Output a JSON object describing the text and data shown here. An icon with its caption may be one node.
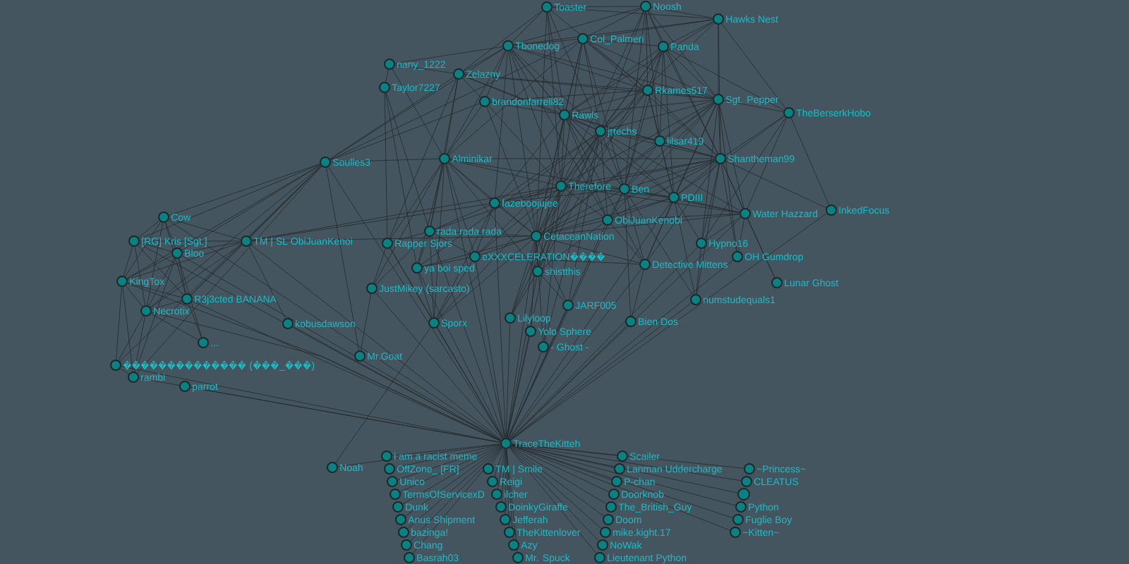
{
  "diagram": {
    "nodes": [
      {
        "text": [
          "Toaster"
        ]
      },
      {
        "text": [
          "Noosh"
        ]
      },
      {
        "text": [
          "Hawks Nest"
        ]
      },
      {
        "text": [
          "Col_Palmeri"
        ]
      },
      {
        "text": [
          "Tbonedog"
        ]
      },
      {
        "text": [
          "Panda"
        ]
      },
      {
        "text": [
          "nany_1222"
        ]
      },
      {
        "text": [
          "Zelazny"
        ]
      },
      {
        "text": [
          "Taylor7227"
        ]
      },
      {
        "text": [
          "Rkames517"
        ]
      },
      {
        "text": [
          "brandonfarrell82"
        ]
      },
      {
        "text": [
          "Rawls"
        ]
      },
      {
        "text": [
          "Sgt. Pepper"
        ]
      },
      {
        "text": [
          "TheBerserkHobo"
        ]
      },
      {
        "text": [
          "jrtechs"
        ]
      },
      {
        "text": [
          "lilsar419"
        ]
      },
      {
        "text": [
          "Soulles3"
        ]
      },
      {
        "text": [
          "Alminikar"
        ]
      },
      {
        "text": [
          "Shantheman99"
        ]
      },
      {
        "text": [
          "Therefore"
        ]
      },
      {
        "text": [
          "Ben"
        ]
      },
      {
        "text": [
          "PDIII"
        ]
      },
      {
        "text": [
          "fazeboojujee"
        ]
      },
      {
        "text": [
          "Water Hazzard"
        ]
      },
      {
        "text": [
          "InkedFocus"
        ]
      },
      {
        "text": [
          "Cow"
        ]
      },
      {
        "text": [
          "ObiJuanKenobi"
        ]
      },
      {
        "text": [
          "rada rada rada"
        ]
      },
      {
        "text": [
          "CetaceanNation"
        ]
      },
      {
        "text": [
          "[RG] Kris [Sgt.]"
        ]
      },
      {
        "text": [
          "TM | SL ObiJuanKenoi"
        ]
      },
      {
        "text": [
          "Rapper Sjors"
        ]
      },
      {
        "text": [
          "Hypno16"
        ]
      },
      {
        "text": [
          "Bloo"
        ]
      },
      {
        "text": [
          "OH Gumdrop"
        ]
      },
      {
        "text": [
          "eXXXCELERATION"
        ]
      },
      {
        "text": [
          "ya boi sped"
        ]
      },
      {
        "text": [
          "shistthis"
        ]
      },
      {
        "text": [
          "Detective Mittens"
        ]
      },
      {
        "text": [
          "KingTox"
        ]
      },
      {
        "text": [
          "Lunar Ghost"
        ]
      },
      {
        "text": [
          "JustMikey (sarcasto)"
        ]
      },
      {
        "text": [
          "R3j3cted BANANA"
        ]
      },
      {
        "text": [
          "numstudequals1"
        ]
      },
      {
        "text": [
          "JARF005"
        ]
      },
      {
        "text": [
          "Necrotix"
        ]
      },
      {
        "text": [
          "Lilyloop"
        ]
      },
      {
        "text": [
          "Yolo Sphere"
        ]
      },
      {
        "text": [
          "- Ghost -"
        ]
      },
      {
        "text": [
          "Sporx"
        ]
      },
      {
        "text": [
          "Bien Dos"
        ]
      },
      {
        "text": [
          "kobusdawson"
        ]
      },
      {
        "text": [
          "..."
        ]
      },
      {
        "text": [
          "Mr.Goat"
        ]
      },
      {
        "text": [
          "(",
          "_",
          ")"
        ]
      },
      {
        "text": [
          "parrot"
        ]
      },
      {
        "text": [
          "rambi"
        ]
      },
      {
        "text": [
          "TraceTheKitteh"
        ]
      },
      {
        "text": [
          "Noah"
        ]
      },
      {
        "text": [
          "i am a racist meme"
        ]
      },
      {
        "text": [
          "OffZone_ [FR]"
        ]
      },
      {
        "text": [
          "Unico"
        ]
      },
      {
        "text": [
          "TermsOfServicexD"
        ]
      },
      {
        "text": [
          "Dunk"
        ]
      },
      {
        "text": [
          "Anus Shipment"
        ]
      },
      {
        "text": [
          "bazinga!"
        ]
      },
      {
        "text": [
          "Chang"
        ]
      },
      {
        "text": [
          "Basrah03"
        ]
      },
      {
        "text": [
          "TM | Smile"
        ]
      },
      {
        "text": [
          "Reigi"
        ]
      },
      {
        "text": [
          "ilcher"
        ]
      },
      {
        "text": [
          "DoinkyGiraffe"
        ]
      },
      {
        "text": [
          "Jefferah"
        ]
      },
      {
        "text": [
          "TheKittenlover"
        ]
      },
      {
        "text": [
          "Azy"
        ]
      },
      {
        "text": [
          "Mr. Spuck"
        ]
      },
      {
        "text": [
          "Scailer"
        ]
      },
      {
        "text": [
          "Lanman Uddercharge"
        ]
      },
      {
        "text": [
          "P-chan"
        ]
      },
      {
        "text": [
          "Doorknob"
        ]
      },
      {
        "text": [
          "The_British_Guy"
        ]
      },
      {
        "text": [
          "Doom"
        ]
      },
      {
        "text": [
          "mike.kight.17"
        ]
      },
      {
        "text": [
          "NoWak"
        ]
      },
      {
        "text": [
          "Lieutenant Python"
        ]
      },
      {
        "text": [
          "~Princess~"
        ]
      },
      {
        "text": [
          "CLEATUS"
        ]
      },
      {
        "text": [],
        "shape": "circle"
      },
      {
        "text": [
          "Python"
        ]
      },
      {
        "text": [
          "Fuglie Boy"
        ]
      },
      {
        "text": [
          "~Kitten~"
        ]
      }
    ],
    "edges": [
      {
        "from": 0,
        "to": 1,
        "arrow": "none"
      },
      {
        "from": 0,
        "to": 2,
        "arrow": "none"
      },
      {
        "from": 0,
        "to": 4,
        "arrow": "none"
      },
      {
        "from": 0,
        "to": 7,
        "arrow": "none"
      },
      {
        "from": 0,
        "to": 9,
        "arrow": "none"
      },
      {
        "from": 0,
        "to": 11,
        "arrow": "none"
      },
      {
        "from": 0,
        "to": 14,
        "arrow": "none"
      },
      {
        "from": 0,
        "to": 19,
        "arrow": "none"
      },
      {
        "from": 0,
        "to": 28,
        "arrow": "none"
      },
      {
        "from": 1,
        "to": 2,
        "arrow": "none"
      },
      {
        "from": 1,
        "to": 3,
        "arrow": "none"
      },
      {
        "from": 1,
        "to": 4,
        "arrow": "none"
      },
      {
        "from": 1,
        "to": 5,
        "arrow": "none"
      },
      {
        "from": 1,
        "to": 9,
        "arrow": "none"
      },
      {
        "from": 1,
        "to": 12,
        "arrow": "none"
      },
      {
        "from": 1,
        "to": 14,
        "arrow": "none"
      },
      {
        "from": 1,
        "to": 15,
        "arrow": "none"
      },
      {
        "from": 1,
        "to": 18,
        "arrow": "none"
      },
      {
        "from": 1,
        "to": 19,
        "arrow": "none"
      },
      {
        "from": 1,
        "to": 20,
        "arrow": "none"
      },
      {
        "from": 2,
        "to": 3,
        "arrow": "none"
      },
      {
        "from": 2,
        "to": 4,
        "arrow": "none"
      },
      {
        "from": 2,
        "to": 5,
        "arrow": "none"
      },
      {
        "from": 2,
        "to": 11,
        "arrow": "none"
      },
      {
        "from": 2,
        "to": 12,
        "arrow": "none"
      },
      {
        "from": 2,
        "to": 13,
        "arrow": "none"
      },
      {
        "from": 2,
        "to": 14,
        "arrow": "none"
      },
      {
        "from": 2,
        "to": 18,
        "arrow": "none"
      },
      {
        "from": 3,
        "to": 4,
        "arrow": "none"
      },
      {
        "from": 3,
        "to": 5,
        "arrow": "none"
      },
      {
        "from": 3,
        "to": 9,
        "arrow": "none"
      },
      {
        "from": 3,
        "to": 11,
        "arrow": "none"
      },
      {
        "from": 3,
        "to": 12,
        "arrow": "none"
      },
      {
        "from": 3,
        "to": 14,
        "arrow": "none"
      },
      {
        "from": 3,
        "to": 17,
        "arrow": "none"
      },
      {
        "from": 3,
        "to": 18,
        "arrow": "none"
      },
      {
        "from": 3,
        "to": 19,
        "arrow": "none"
      },
      {
        "from": 3,
        "to": 20,
        "arrow": "none"
      },
      {
        "from": 3,
        "to": 28,
        "arrow": "none"
      },
      {
        "from": 4,
        "to": 6,
        "arrow": "none"
      },
      {
        "from": 4,
        "to": 7,
        "arrow": "none"
      },
      {
        "from": 4,
        "to": 9,
        "arrow": "none"
      },
      {
        "from": 4,
        "to": 10,
        "arrow": "none"
      },
      {
        "from": 4,
        "to": 11,
        "arrow": "none"
      },
      {
        "from": 4,
        "to": 12,
        "arrow": "none"
      },
      {
        "from": 4,
        "to": 14,
        "arrow": "none"
      },
      {
        "from": 4,
        "to": 17,
        "arrow": "none"
      },
      {
        "from": 4,
        "to": 19,
        "arrow": "none"
      },
      {
        "from": 4,
        "to": 20,
        "arrow": "none"
      },
      {
        "from": 4,
        "to": 22,
        "arrow": "none"
      },
      {
        "from": 4,
        "to": 26,
        "arrow": "none"
      },
      {
        "from": 4,
        "to": 28,
        "arrow": "none"
      },
      {
        "from": 5,
        "to": 9,
        "arrow": "none"
      },
      {
        "from": 5,
        "to": 11,
        "arrow": "none"
      },
      {
        "from": 5,
        "to": 12,
        "arrow": "none"
      },
      {
        "from": 5,
        "to": 13,
        "arrow": "none"
      },
      {
        "from": 5,
        "to": 14,
        "arrow": "none"
      },
      {
        "from": 5,
        "to": 15,
        "arrow": "none"
      },
      {
        "from": 5,
        "to": 18,
        "arrow": "none"
      },
      {
        "from": 5,
        "to": 19,
        "arrow": "none"
      },
      {
        "from": 5,
        "to": 20,
        "arrow": "none"
      },
      {
        "from": 5,
        "to": 21,
        "arrow": "none"
      },
      {
        "from": 5,
        "to": 37,
        "arrow": "none"
      },
      {
        "from": 6,
        "to": 7,
        "arrow": "none"
      },
      {
        "from": 6,
        "to": 8,
        "arrow": "none"
      },
      {
        "from": 6,
        "to": 17,
        "arrow": "none"
      },
      {
        "from": 7,
        "to": 9,
        "arrow": "none"
      },
      {
        "from": 7,
        "to": 10,
        "arrow": "none"
      },
      {
        "from": 7,
        "to": 11,
        "arrow": "none"
      },
      {
        "from": 7,
        "to": 12,
        "arrow": "none"
      },
      {
        "from": 7,
        "to": 14,
        "arrow": "none"
      },
      {
        "from": 7,
        "to": 16,
        "arrow": "none"
      },
      {
        "from": 7,
        "to": 17,
        "arrow": "none"
      },
      {
        "from": 7,
        "to": 27,
        "arrow": "none"
      },
      {
        "from": 7,
        "to": 31,
        "arrow": "none"
      },
      {
        "from": 8,
        "to": 27,
        "arrow": "none"
      },
      {
        "from": 8,
        "to": 31,
        "arrow": "none"
      },
      {
        "from": 8,
        "to": 36,
        "arrow": "none"
      },
      {
        "from": 9,
        "to": 10,
        "arrow": "none"
      },
      {
        "from": 9,
        "to": 11,
        "arrow": "none"
      },
      {
        "from": 9,
        "to": 12,
        "arrow": "none"
      },
      {
        "from": 9,
        "to": 14,
        "arrow": "none"
      },
      {
        "from": 9,
        "to": 15,
        "arrow": "none"
      },
      {
        "from": 9,
        "to": 18,
        "arrow": "none"
      },
      {
        "from": 9,
        "to": 19,
        "arrow": "none"
      },
      {
        "from": 9,
        "to": 20,
        "arrow": "none"
      },
      {
        "from": 9,
        "to": 21,
        "arrow": "none"
      },
      {
        "from": 9,
        "to": 28,
        "arrow": "none"
      },
      {
        "from": 10,
        "to": 11,
        "arrow": "none"
      },
      {
        "from": 10,
        "to": 16,
        "arrow": "none"
      },
      {
        "from": 10,
        "to": 17,
        "arrow": "none"
      },
      {
        "from": 10,
        "to": 19,
        "arrow": "none"
      },
      {
        "from": 10,
        "to": 28,
        "arrow": "none"
      },
      {
        "from": 11,
        "to": 12,
        "arrow": "none"
      },
      {
        "from": 11,
        "to": 14,
        "arrow": "none"
      },
      {
        "from": 11,
        "to": 15,
        "arrow": "none"
      },
      {
        "from": 11,
        "to": 18,
        "arrow": "none"
      },
      {
        "from": 11,
        "to": 19,
        "arrow": "none"
      },
      {
        "from": 11,
        "to": 20,
        "arrow": "none"
      },
      {
        "from": 11,
        "to": 21,
        "arrow": "none"
      },
      {
        "from": 11,
        "to": 22,
        "arrow": "none"
      },
      {
        "from": 11,
        "to": 26,
        "arrow": "none"
      },
      {
        "from": 11,
        "to": 28,
        "arrow": "none"
      },
      {
        "from": 11,
        "to": 37,
        "arrow": "none"
      },
      {
        "from": 11,
        "to": 38,
        "arrow": "none"
      },
      {
        "from": 12,
        "to": 13,
        "arrow": "none"
      },
      {
        "from": 12,
        "to": 14,
        "arrow": "none"
      },
      {
        "from": 12,
        "to": 15,
        "arrow": "none"
      },
      {
        "from": 12,
        "to": 18,
        "arrow": "none"
      },
      {
        "from": 12,
        "to": 19,
        "arrow": "none"
      },
      {
        "from": 12,
        "to": 20,
        "arrow": "none"
      },
      {
        "from": 12,
        "to": 21,
        "arrow": "none"
      },
      {
        "from": 12,
        "to": 23,
        "arrow": "none"
      },
      {
        "from": 12,
        "to": 26,
        "arrow": "none"
      },
      {
        "from": 12,
        "to": 28,
        "arrow": "none"
      },
      {
        "from": 12,
        "to": 32,
        "arrow": "none"
      },
      {
        "from": 12,
        "to": 34,
        "arrow": "none"
      },
      {
        "from": 12,
        "to": 38,
        "arrow": "none"
      },
      {
        "from": 13,
        "to": 18,
        "arrow": "none"
      },
      {
        "from": 13,
        "to": 21,
        "arrow": "none"
      },
      {
        "from": 13,
        "to": 23,
        "arrow": "none"
      },
      {
        "from": 13,
        "to": 24,
        "arrow": "none"
      },
      {
        "from": 13,
        "to": 32,
        "arrow": "none"
      },
      {
        "from": 14,
        "to": 15,
        "arrow": "none"
      },
      {
        "from": 14,
        "to": 18,
        "arrow": "none"
      },
      {
        "from": 14,
        "to": 19,
        "arrow": "none"
      },
      {
        "from": 14,
        "to": 20,
        "arrow": "none"
      },
      {
        "from": 14,
        "to": 21,
        "arrow": "none"
      },
      {
        "from": 14,
        "to": 22,
        "arrow": "none"
      },
      {
        "from": 14,
        "to": 23,
        "arrow": "none"
      },
      {
        "from": 14,
        "to": 26,
        "arrow": "none"
      },
      {
        "from": 14,
        "to": 28,
        "arrow": "none"
      },
      {
        "from": 14,
        "to": 35,
        "arrow": "none"
      },
      {
        "from": 14,
        "to": 36,
        "arrow": "none"
      },
      {
        "from": 14,
        "to": 37,
        "arrow": "none"
      },
      {
        "from": 14,
        "to": 44,
        "arrow": "none"
      },
      {
        "from": 14,
        "to": 46,
        "arrow": "none"
      },
      {
        "from": 14,
        "to": 48,
        "arrow": "none"
      },
      {
        "from": 15,
        "to": 18,
        "arrow": "none"
      },
      {
        "from": 15,
        "to": 20,
        "arrow": "none"
      },
      {
        "from": 15,
        "to": 21,
        "arrow": "none"
      },
      {
        "from": 15,
        "to": 28,
        "arrow": "none"
      },
      {
        "from": 16,
        "to": 3,
        "arrow": "none"
      },
      {
        "from": 16,
        "to": 4,
        "arrow": "none"
      },
      {
        "from": 16,
        "to": 17,
        "arrow": "none"
      },
      {
        "from": 16,
        "to": 25,
        "arrow": "none"
      },
      {
        "from": 16,
        "to": 29,
        "arrow": "none"
      },
      {
        "from": 16,
        "to": 30,
        "arrow": "none"
      },
      {
        "from": 16,
        "to": 33,
        "arrow": "none"
      },
      {
        "from": 16,
        "to": 39,
        "arrow": "none"
      },
      {
        "from": 16,
        "to": 42,
        "arrow": "none"
      },
      {
        "from": 16,
        "to": 45,
        "arrow": "none"
      },
      {
        "from": 16,
        "to": 53,
        "arrow": "none"
      },
      {
        "from": 16,
        "to": 54,
        "arrow": "none"
      },
      {
        "from": 16,
        "to": 56,
        "arrow": "none"
      },
      {
        "from": 16,
        "to": 57,
        "arrow": "none"
      },
      {
        "from": 17,
        "to": 18,
        "arrow": "none"
      },
      {
        "from": 17,
        "to": 19,
        "arrow": "none"
      },
      {
        "from": 17,
        "to": 20,
        "arrow": "none"
      },
      {
        "from": 17,
        "to": 22,
        "arrow": "none"
      },
      {
        "from": 17,
        "to": 27,
        "arrow": "none"
      },
      {
        "from": 17,
        "to": 28,
        "arrow": "none"
      },
      {
        "from": 17,
        "to": 31,
        "arrow": "none"
      },
      {
        "from": 17,
        "to": 35,
        "arrow": "none"
      },
      {
        "from": 17,
        "to": 36,
        "arrow": "none"
      },
      {
        "from": 17,
        "to": 37,
        "arrow": "none"
      },
      {
        "from": 17,
        "to": 41,
        "arrow": "none"
      },
      {
        "from": 17,
        "to": 49,
        "arrow": "none"
      },
      {
        "from": 17,
        "to": 57,
        "arrow": "none"
      },
      {
        "from": 18,
        "to": 19,
        "arrow": "none"
      },
      {
        "from": 18,
        "to": 20,
        "arrow": "none"
      },
      {
        "from": 18,
        "to": 21,
        "arrow": "none"
      },
      {
        "from": 18,
        "to": 22,
        "arrow": "none"
      },
      {
        "from": 18,
        "to": 23,
        "arrow": "none"
      },
      {
        "from": 18,
        "to": 24,
        "arrow": "none"
      },
      {
        "from": 18,
        "to": 26,
        "arrow": "none"
      },
      {
        "from": 18,
        "to": 28,
        "arrow": "none"
      },
      {
        "from": 18,
        "to": 32,
        "arrow": "none"
      },
      {
        "from": 18,
        "to": 34,
        "arrow": "none"
      },
      {
        "from": 18,
        "to": 38,
        "arrow": "none"
      },
      {
        "from": 18,
        "to": 40,
        "arrow": "none"
      },
      {
        "from": 18,
        "to": 43,
        "arrow": "none"
      },
      {
        "from": 19,
        "to": 20,
        "arrow": "none"
      },
      {
        "from": 19,
        "to": 21,
        "arrow": "none"
      },
      {
        "from": 19,
        "to": 22,
        "arrow": "none"
      },
      {
        "from": 19,
        "to": 23,
        "arrow": "none"
      },
      {
        "from": 19,
        "to": 26,
        "arrow": "none"
      },
      {
        "from": 19,
        "to": 27,
        "arrow": "none"
      },
      {
        "from": 19,
        "to": 28,
        "arrow": "none"
      },
      {
        "from": 19,
        "to": 30,
        "arrow": "none"
      },
      {
        "from": 19,
        "to": 35,
        "arrow": "none"
      },
      {
        "from": 19,
        "to": 37,
        "arrow": "none"
      },
      {
        "from": 19,
        "to": 46,
        "arrow": "none"
      },
      {
        "from": 19,
        "to": 48,
        "arrow": "none"
      },
      {
        "from": 19,
        "to": 49,
        "arrow": "none"
      },
      {
        "from": 19,
        "to": 57,
        "arrow": "none"
      },
      {
        "from": 20,
        "to": 21,
        "arrow": "none"
      },
      {
        "from": 20,
        "to": 22,
        "arrow": "none"
      },
      {
        "from": 20,
        "to": 23,
        "arrow": "none"
      },
      {
        "from": 20,
        "to": 26,
        "arrow": "none"
      },
      {
        "from": 20,
        "to": 28,
        "arrow": "none"
      },
      {
        "from": 20,
        "to": 38,
        "arrow": "none"
      },
      {
        "from": 20,
        "to": 43,
        "arrow": "none"
      },
      {
        "from": 20,
        "to": 50,
        "arrow": "none"
      },
      {
        "from": 20,
        "to": 57,
        "arrow": "none"
      },
      {
        "from": 21,
        "to": 23,
        "arrow": "none"
      },
      {
        "from": 21,
        "to": 26,
        "arrow": "none"
      },
      {
        "from": 21,
        "to": 28,
        "arrow": "none"
      },
      {
        "from": 21,
        "to": 32,
        "arrow": "none"
      },
      {
        "from": 21,
        "to": 38,
        "arrow": "none"
      },
      {
        "from": 21,
        "to": 43,
        "arrow": "none"
      },
      {
        "from": 21,
        "to": 57,
        "arrow": "none"
      },
      {
        "from": 22,
        "to": 27,
        "arrow": "none"
      },
      {
        "from": 22,
        "to": 28,
        "arrow": "none"
      },
      {
        "from": 22,
        "to": 30,
        "arrow": "none"
      },
      {
        "from": 22,
        "to": 35,
        "arrow": "none"
      },
      {
        "from": 22,
        "to": 49,
        "arrow": "none"
      },
      {
        "from": 22,
        "to": 57,
        "arrow": "none"
      },
      {
        "from": 23,
        "to": 26,
        "arrow": "none"
      },
      {
        "from": 23,
        "to": 28,
        "arrow": "none"
      },
      {
        "from": 23,
        "to": 32,
        "arrow": "none"
      },
      {
        "from": 23,
        "to": 34,
        "arrow": "none"
      },
      {
        "from": 23,
        "to": 40,
        "arrow": "none"
      },
      {
        "from": 23,
        "to": 57,
        "arrow": "none"
      },
      {
        "from": 24,
        "to": 57,
        "arrow": "none"
      },
      {
        "from": 25,
        "to": 29,
        "arrow": "none"
      },
      {
        "from": 25,
        "to": 30,
        "arrow": "none"
      },
      {
        "from": 25,
        "to": 33,
        "arrow": "none"
      },
      {
        "from": 25,
        "to": 39,
        "arrow": "none"
      },
      {
        "from": 25,
        "to": 42,
        "arrow": "none"
      },
      {
        "from": 25,
        "to": 45,
        "arrow": "none"
      },
      {
        "from": 25,
        "to": 57,
        "arrow": "none"
      },
      {
        "from": 26,
        "to": 28,
        "arrow": "none"
      },
      {
        "from": 26,
        "to": 37,
        "arrow": "none"
      },
      {
        "from": 26,
        "to": 38,
        "arrow": "none"
      },
      {
        "from": 26,
        "to": 57,
        "arrow": "none"
      },
      {
        "from": 27,
        "to": 28,
        "arrow": "none"
      },
      {
        "from": 27,
        "to": 31,
        "arrow": "none"
      },
      {
        "from": 27,
        "to": 35,
        "arrow": "none"
      },
      {
        "from": 27,
        "to": 36,
        "arrow": "none"
      },
      {
        "from": 27,
        "to": 41,
        "arrow": "none"
      },
      {
        "from": 27,
        "to": 49,
        "arrow": "none"
      },
      {
        "from": 27,
        "to": 57,
        "arrow": "none"
      },
      {
        "from": 28,
        "to": 30,
        "arrow": "none"
      },
      {
        "from": 28,
        "to": 35,
        "arrow": "none"
      },
      {
        "from": 28,
        "to": 36,
        "arrow": "none"
      },
      {
        "from": 28,
        "to": 37,
        "arrow": "none"
      },
      {
        "from": 28,
        "to": 38,
        "arrow": "none"
      },
      {
        "from": 28,
        "to": 44,
        "arrow": "none"
      },
      {
        "from": 28,
        "to": 46,
        "arrow": "none"
      },
      {
        "from": 28,
        "to": 47,
        "arrow": "none"
      },
      {
        "from": 28,
        "to": 48,
        "arrow": "none"
      },
      {
        "from": 28,
        "to": 49,
        "arrow": "none"
      },
      {
        "from": 28,
        "to": 57,
        "arrow": "none"
      },
      {
        "from": 29,
        "to": 30,
        "arrow": "none"
      },
      {
        "from": 29,
        "to": 33,
        "arrow": "none"
      },
      {
        "from": 29,
        "to": 39,
        "arrow": "none"
      },
      {
        "from": 29,
        "to": 42,
        "arrow": "none"
      },
      {
        "from": 29,
        "to": 45,
        "arrow": "none"
      },
      {
        "from": 29,
        "to": 57,
        "arrow": "none"
      },
      {
        "from": 30,
        "to": 33,
        "arrow": "none"
      },
      {
        "from": 30,
        "to": 39,
        "arrow": "none"
      },
      {
        "from": 30,
        "to": 42,
        "arrow": "none"
      },
      {
        "from": 30,
        "to": 45,
        "arrow": "none"
      },
      {
        "from": 30,
        "to": 51,
        "arrow": "none"
      },
      {
        "from": 30,
        "to": 57,
        "arrow": "none"
      },
      {
        "from": 31,
        "to": 41,
        "arrow": "none"
      },
      {
        "from": 31,
        "to": 49,
        "arrow": "none"
      },
      {
        "from": 31,
        "to": 57,
        "arrow": "none"
      },
      {
        "from": 32,
        "to": 43,
        "arrow": "none"
      },
      {
        "from": 32,
        "to": 57,
        "arrow": "none"
      },
      {
        "from": 33,
        "to": 39,
        "arrow": "none"
      },
      {
        "from": 33,
        "to": 42,
        "arrow": "none"
      },
      {
        "from": 33,
        "to": 45,
        "arrow": "none"
      },
      {
        "from": 33,
        "to": 52,
        "arrow": "none"
      },
      {
        "from": 33,
        "to": 56,
        "arrow": "none"
      },
      {
        "from": 33,
        "to": 57,
        "arrow": "none"
      },
      {
        "from": 34,
        "to": 57,
        "arrow": "none"
      },
      {
        "from": 35,
        "to": 36,
        "arrow": "none"
      },
      {
        "from": 35,
        "to": 38,
        "arrow": "none"
      },
      {
        "from": 35,
        "to": 49,
        "arrow": "none"
      },
      {
        "from": 35,
        "to": 57,
        "arrow": "none"
      },
      {
        "from": 36,
        "to": 49,
        "arrow": "none"
      },
      {
        "from": 36,
        "to": 57,
        "arrow": "none"
      },
      {
        "from": 37,
        "to": 44,
        "arrow": "none"
      },
      {
        "from": 37,
        "to": 46,
        "arrow": "none"
      },
      {
        "from": 37,
        "to": 57,
        "arrow": "none"
      },
      {
        "from": 38,
        "to": 50,
        "arrow": "none"
      },
      {
        "from": 38,
        "to": 57,
        "arrow": "none"
      },
      {
        "from": 39,
        "to": 42,
        "arrow": "none"
      },
      {
        "from": 39,
        "to": 45,
        "arrow": "none"
      },
      {
        "from": 39,
        "to": 54,
        "arrow": "none"
      },
      {
        "from": 39,
        "to": 56,
        "arrow": "none"
      },
      {
        "from": 39,
        "to": 57,
        "arrow": "none"
      },
      {
        "from": 41,
        "to": 53,
        "arrow": "none"
      },
      {
        "from": 41,
        "to": 57,
        "arrow": "none"
      },
      {
        "from": 42,
        "to": 45,
        "arrow": "none"
      },
      {
        "from": 42,
        "to": 52,
        "arrow": "none"
      },
      {
        "from": 42,
        "to": 57,
        "arrow": "none"
      },
      {
        "from": 43,
        "to": 57,
        "arrow": "none"
      },
      {
        "from": 44,
        "to": 57,
        "arrow": "none"
      },
      {
        "from": 45,
        "to": 52,
        "arrow": "none"
      },
      {
        "from": 45,
        "to": 54,
        "arrow": "none"
      },
      {
        "from": 45,
        "to": 56,
        "arrow": "none"
      },
      {
        "from": 45,
        "to": 57,
        "arrow": "none"
      },
      {
        "from": 46,
        "to": 57,
        "arrow": "none"
      },
      {
        "from": 47,
        "to": 57,
        "arrow": "none"
      },
      {
        "from": 48,
        "to": 57,
        "arrow": "none"
      },
      {
        "from": 49,
        "to": 57,
        "arrow": "none"
      },
      {
        "from": 49,
        "to": 58,
        "arrow": "none"
      },
      {
        "from": 50,
        "to": 57,
        "arrow": "none"
      },
      {
        "from": 51,
        "to": 57,
        "arrow": "none"
      },
      {
        "from": 54,
        "to": 56,
        "arrow": "none"
      },
      {
        "from": 54,
        "to": 57,
        "arrow": "none"
      },
      {
        "from": 55,
        "to": 57,
        "arrow": "none"
      },
      {
        "from": 56,
        "to": 57,
        "arrow": "none"
      },
      {
        "from": 57,
        "to": 58,
        "arrow": "none"
      },
      {
        "from": 57,
        "to": 59,
        "arrow": "none"
      },
      {
        "from": 57,
        "to": 60,
        "arrow": "none"
      },
      {
        "from": 57,
        "to": 61,
        "arrow": "none"
      },
      {
        "from": 57,
        "to": 62,
        "arrow": "none"
      },
      {
        "from": 57,
        "to": 63,
        "arrow": "none"
      },
      {
        "from": 57,
        "to": 64,
        "arrow": "none"
      },
      {
        "from": 57,
        "to": 65,
        "arrow": "none"
      },
      {
        "from": 57,
        "to": 66,
        "arrow": "none"
      },
      {
        "from": 57,
        "to": 67,
        "arrow": "none"
      },
      {
        "from": 57,
        "to": 68,
        "arrow": "none"
      },
      {
        "from": 57,
        "to": 69,
        "arrow": "none"
      },
      {
        "from": 57,
        "to": 70,
        "arrow": "none"
      },
      {
        "from": 57,
        "to": 71,
        "arrow": "none"
      },
      {
        "from": 57,
        "to": 72,
        "arrow": "none"
      },
      {
        "from": 57,
        "to": 73,
        "arrow": "none"
      },
      {
        "from": 57,
        "to": 74,
        "arrow": "none"
      },
      {
        "from": 57,
        "to": 75,
        "arrow": "none"
      },
      {
        "from": 57,
        "to": 76,
        "arrow": "none"
      },
      {
        "from": 57,
        "to": 77,
        "arrow": "none"
      },
      {
        "from": 57,
        "to": 78,
        "arrow": "none"
      },
      {
        "from": 57,
        "to": 79,
        "arrow": "none"
      },
      {
        "from": 57,
        "to": 80,
        "arrow": "none"
      },
      {
        "from": 57,
        "to": 81,
        "arrow": "none"
      },
      {
        "from": 57,
        "to": 82,
        "arrow": "none"
      },
      {
        "from": 57,
        "to": 83,
        "arrow": "none"
      },
      {
        "from": 57,
        "to": 84,
        "arrow": "none"
      },
      {
        "from": 57,
        "to": 85,
        "arrow": "none"
      },
      {
        "from": 57,
        "to": 86,
        "arrow": "none"
      },
      {
        "from": 57,
        "to": 87,
        "arrow": "none"
      },
      {
        "from": 57,
        "to": 88,
        "arrow": "none"
      },
      {
        "from": 57,
        "to": 89,
        "arrow": "none"
      },
      {
        "from": 57,
        "to": 90,
        "arrow": "none"
      }
    ]
  }
}
